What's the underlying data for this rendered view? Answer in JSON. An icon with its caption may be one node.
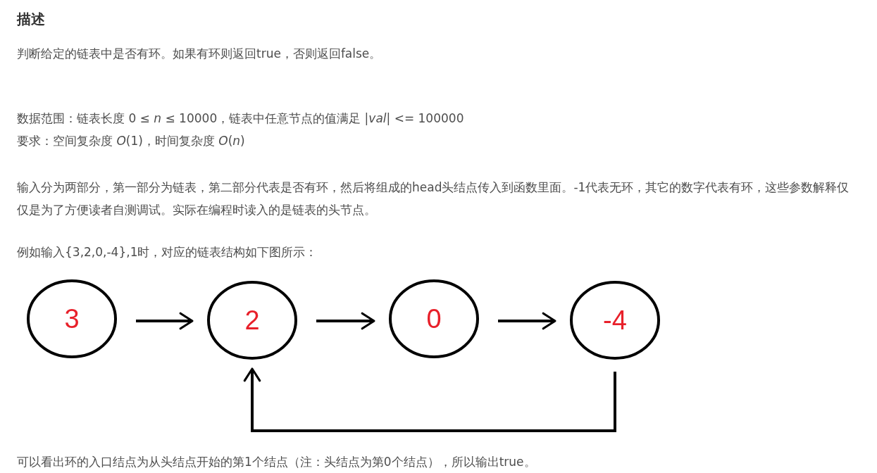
{
  "diagram": {
    "title": "描述",
    "nodes": [
      {
        "text": [
          "3"
        ]
      },
      {
        "text": [
          "2"
        ]
      },
      {
        "text": [
          "0"
        ]
      },
      {
        "text": [
          "-4"
        ]
      }
    ],
    "edges": [
      {
        "from": 0,
        "to": 1,
        "arrow": "to"
      },
      {
        "from": 1,
        "to": 2,
        "arrow": "to"
      },
      {
        "from": 2,
        "to": 3,
        "arrow": "to"
      },
      {
        "from": 3,
        "to": 1,
        "arrow": "to"
      }
    ],
    "labels": [
      "判断给定的链表中是否有环。如果有环则返回true，否则返回false。",
      "数据范围：链表长度 0 ≤ *n* ≤ 10000，链表中任意节点的值满足 |*val*| <= 100000",
      "要求：空间复杂度 *O*(1)，时间复杂度 *O*(*n*)",
      "输入分为两部分，第一部分为链表，第二部分代表是否有环，然后将组成的head头结点传入到函数里面。-1代表无环，其它的数字代表有环，这些参数解释仅仅是为了方便读者自测调试。实际在编程时读入的是链表的头节点。",
      "例如输入{3,2,0,-4},1时，对应的链表结构如下图所示：",
      "可以看出环的入口结点为从头结点开始的第1个结点（注：头结点为第0个结点），所以输出true。"
    ]
  }
}
